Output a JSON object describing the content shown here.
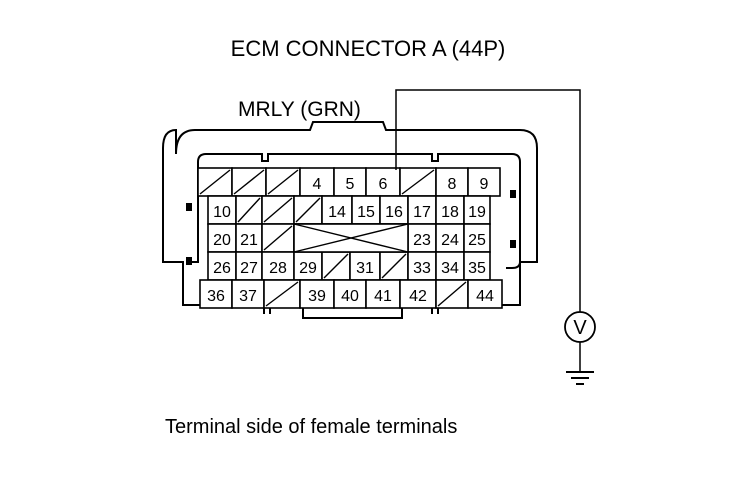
{
  "title": "ECM CONNECTOR A (44P)",
  "wire_label": "MRLY (GRN)",
  "caption": "Terminal side of female terminals",
  "meter_symbol": "V",
  "ground_icon": "ground-symbol",
  "connector": {
    "rows": [
      [
        "",
        "",
        "",
        "4",
        "5",
        "6",
        "",
        "8",
        "9"
      ],
      [
        "10",
        "",
        "",
        "",
        "14",
        "15",
        "16",
        "17",
        "18",
        "19"
      ],
      [
        "20",
        "21",
        "",
        "",
        "",
        "",
        "",
        "23",
        "24",
        "25"
      ],
      [
        "26",
        "27",
        "28",
        "29",
        "",
        "31",
        "",
        "33",
        "34",
        "35"
      ],
      [
        "36",
        "37",
        "",
        "39",
        "40",
        "41",
        "42",
        "",
        "44"
      ]
    ]
  }
}
